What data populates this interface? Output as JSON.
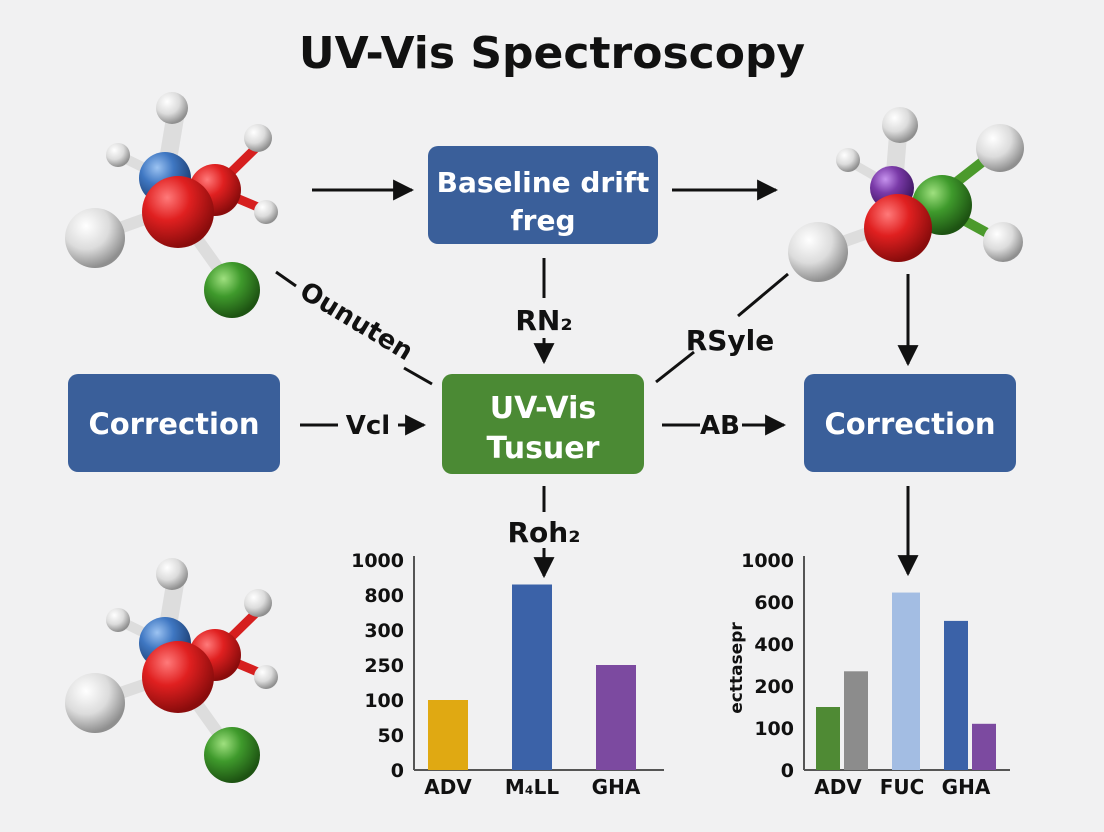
{
  "title": "UV-Vis Spectroscopy",
  "boxes": {
    "top": {
      "line1": "Baseline drift",
      "line2": "freg"
    },
    "center": {
      "line1": "UV-Vis",
      "line2": "Tusuer"
    },
    "left": {
      "label": "Correction"
    },
    "right": {
      "label": "Correction"
    }
  },
  "labels": {
    "oununten": "Ounuten",
    "rn2": "RN₂",
    "rsyle": "RSyle",
    "vcl": "Vcl",
    "ab": "AB",
    "roh2": "Roh₂"
  },
  "colors": {
    "blue_box": "#3a5f9a",
    "green_box": "#4b8a34",
    "atom_red": "#d61f1f",
    "atom_blue": "#3f77c2",
    "atom_green": "#3f9a2c",
    "atom_purple": "#7a3aa8",
    "atom_white": "#e6e6e6"
  },
  "chart_data": [
    {
      "type": "bar",
      "categories": [
        "ADV",
        "M₄LL",
        "GHA"
      ],
      "values": [
        100,
        860,
        250
      ],
      "y_tick_labels": [
        "0",
        "50",
        "100",
        "250",
        "300",
        "800",
        "1000"
      ],
      "bar_colors": [
        "#e0a912",
        "#3b62a8",
        "#7c4aa0"
      ]
    },
    {
      "type": "bar",
      "categories": [
        "ADV",
        "FUC",
        "GHA"
      ],
      "ylabel": "ecttasepr",
      "y_tick_labels": [
        "0",
        "100",
        "200",
        "400",
        "600",
        "1000"
      ],
      "series": [
        {
          "values": [
            150,
            690,
            510
          ],
          "colors": [
            "#4f8a34",
            "#a3bde3",
            "#3b62a8"
          ]
        },
        {
          "values": [
            270,
            null,
            110
          ],
          "colors": [
            "#8c8c8c",
            null,
            "#7c4aa0"
          ]
        }
      ]
    }
  ]
}
